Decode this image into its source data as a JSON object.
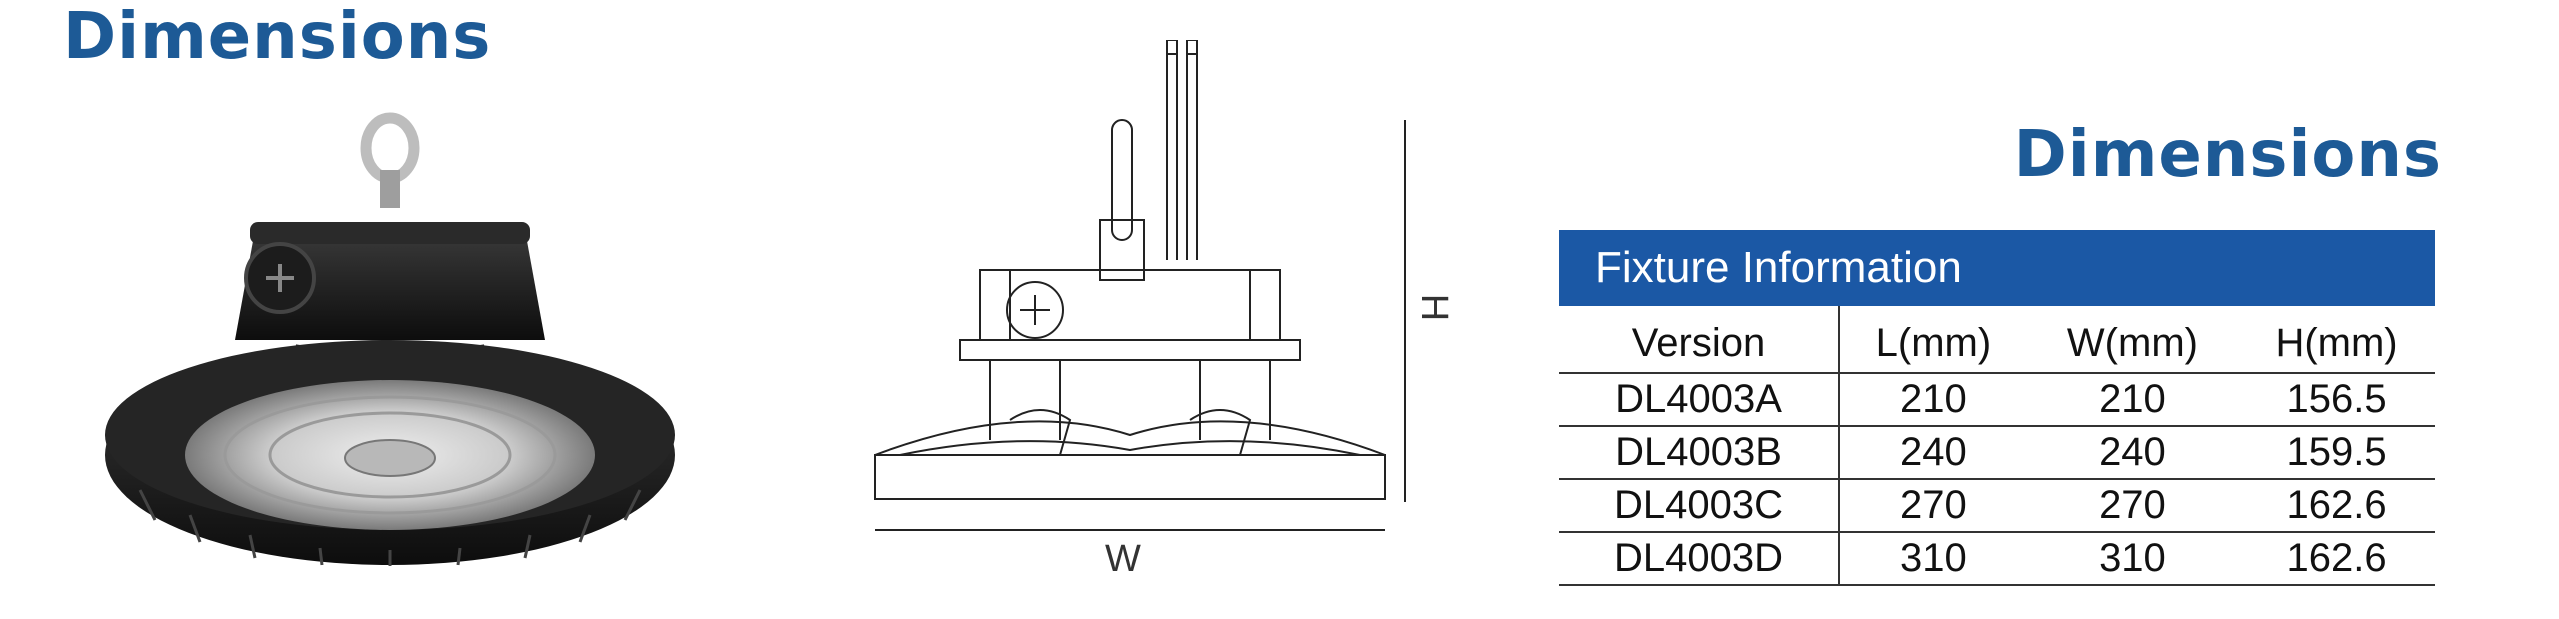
{
  "left_title": "Dimensions",
  "right_title": "Dimensions",
  "drawing": {
    "width_label": "W",
    "height_label": "H"
  },
  "table": {
    "header": "Fixture Information",
    "columns": [
      "Version",
      "L(mm)",
      "W(mm)",
      "H(mm)"
    ],
    "rows": [
      [
        "DL4003A",
        "210",
        "210",
        "156.5"
      ],
      [
        "DL4003B",
        "240",
        "240",
        "159.5"
      ],
      [
        "DL4003C",
        "270",
        "270",
        "162.6"
      ],
      [
        "DL4003D",
        "310",
        "310",
        "162.6"
      ]
    ]
  }
}
